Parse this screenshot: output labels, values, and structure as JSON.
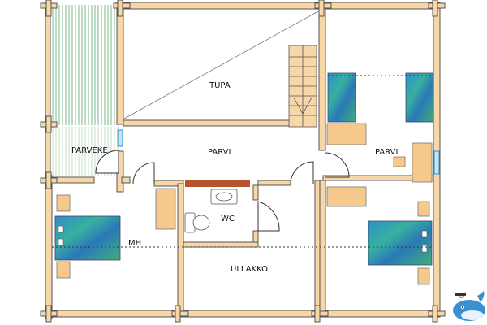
{
  "floorplan": {
    "rooms": {
      "tupa": "TUPA",
      "parvi_center": "PARVI",
      "parvi_right": "PARVI",
      "parveke": "PARVEKE",
      "wc": "WC",
      "mh": "MH",
      "ullakko": "ULLAKKO"
    },
    "colors": {
      "log_wall": "#f7d6a8",
      "log_outline": "#555555",
      "furniture": "#f5c98c",
      "bed_blue": "#3aa0c8",
      "bed_green": "#2d8a5a",
      "counter": "#b4552c",
      "balcony_green": "#9ec9a0"
    },
    "logo": {
      "icon": "whale-logo-icon"
    }
  }
}
